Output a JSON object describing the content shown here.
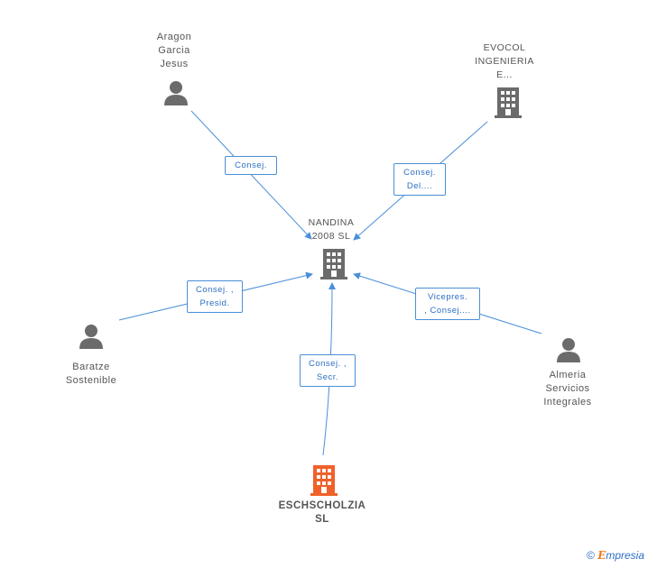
{
  "nodes": {
    "center": {
      "lines": [
        "NANDINA",
        "2008 SL"
      ],
      "type": "company"
    },
    "aragon": {
      "lines": [
        "Aragon",
        "Garcia",
        "Jesus"
      ],
      "type": "person"
    },
    "evocol": {
      "lines": [
        "EVOCOL",
        "INGENIERIA",
        "E..."
      ],
      "type": "company"
    },
    "baratze": {
      "lines": [
        "Baratze",
        "Sostenible"
      ],
      "type": "person"
    },
    "almeria": {
      "lines": [
        "Almeria",
        "Servicios",
        "Integrales"
      ],
      "type": "person"
    },
    "eschscholzia": {
      "lines": [
        "ESCHSCHOLZIA",
        "SL"
      ],
      "type": "company-focus"
    }
  },
  "edges": {
    "aragon": {
      "lines": [
        "Consej."
      ]
    },
    "evocol": {
      "lines": [
        "Consej.",
        "Del...."
      ]
    },
    "baratze": {
      "lines": [
        "Consej. ,",
        "Presid."
      ]
    },
    "almeria": {
      "lines": [
        "Vicepres.",
        ", Consej...."
      ]
    },
    "eschscholzia": {
      "lines": [
        "Consej. ,",
        "Secr."
      ]
    }
  },
  "colors": {
    "edge": "#4a8fd9",
    "edge_text": "#2d6fc4",
    "icon_gray": "#6b6b6b",
    "icon_focus": "#f0612a"
  },
  "watermark": {
    "symbol": "©",
    "e": "E",
    "rest": "mpresia"
  }
}
